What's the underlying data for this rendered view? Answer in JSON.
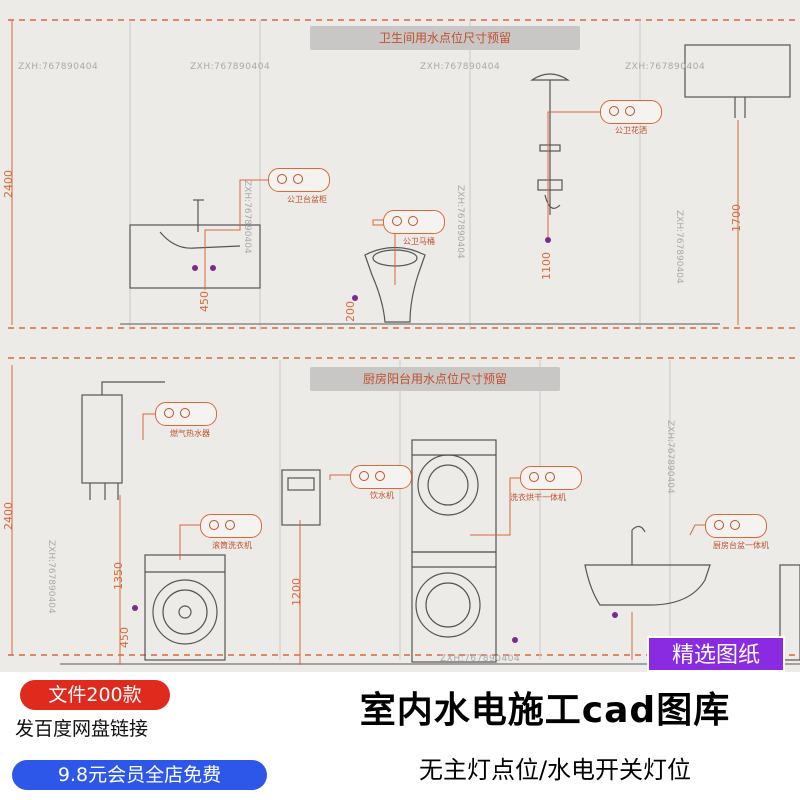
{
  "sections": {
    "bathroom_title": "卫生间用水点位尺寸预留",
    "kitchen_title": "厨房阳台用水点位尺寸预留"
  },
  "watermark": "ZXH:767890404",
  "fixtures": {
    "shower": "公卫花洒",
    "basin": "公卫台盆柜",
    "toilet": "公卫马桶",
    "gas_heater": "燃气热水器",
    "water_dispenser": "饮水机",
    "washer_dryer": "洗衣烘干一体机",
    "drum_washer": "滚筒洗衣机",
    "kitchen_sink": "厨房台盆一体机"
  },
  "dimensions": {
    "bath_height": "2400",
    "basin_height": "450",
    "toilet_height": "200",
    "shower_height": "1100",
    "heater_height": "1700",
    "kitchen_height": "2400",
    "washer_height": "1350",
    "washer_low": "450",
    "dispenser_height": "1200"
  },
  "badge": "精选图纸",
  "promo": {
    "line1": "文件200款",
    "line2": "发百度网盘链接",
    "line3": "9.8元会员全店免费",
    "title": "室内水电施工cad图库",
    "subtitle": "无主灯点位/水电开关灯位"
  },
  "colors": {
    "accent": "#d8693a",
    "red": "#e02a1e",
    "blue": "#2d57e8",
    "purple": "#8a2be2"
  }
}
